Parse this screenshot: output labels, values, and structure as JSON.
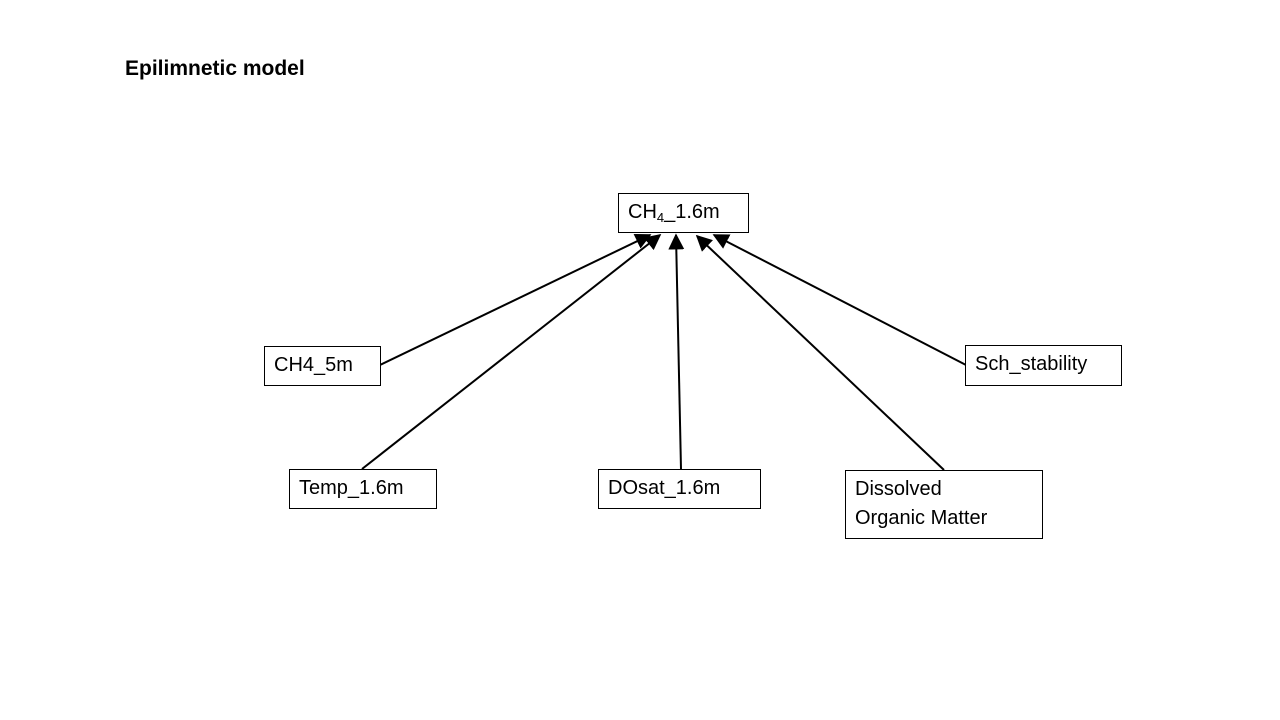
{
  "title": "Epilimnetic model",
  "nodes": {
    "target": {
      "base": "CH",
      "sub": "4",
      "suffix": "_1.6m"
    },
    "ch4_5m": "CH4_5m",
    "sch_stability": "Sch_stability",
    "temp": "Temp_1.6m",
    "dosat": "DOsat_1.6m",
    "dom": {
      "line1": "Dissolved",
      "line2": "Organic Matter"
    }
  },
  "edges": [
    {
      "from": "CH4_5m",
      "to": "CH4_1.6m"
    },
    {
      "from": "Temp_1.6m",
      "to": "CH4_1.6m"
    },
    {
      "from": "DOsat_1.6m",
      "to": "CH4_1.6m"
    },
    {
      "from": "Dissolved Organic Matter",
      "to": "CH4_1.6m"
    },
    {
      "from": "Sch_stability",
      "to": "CH4_1.6m"
    }
  ],
  "colors": {
    "stroke": "#000000",
    "background": "#ffffff"
  }
}
